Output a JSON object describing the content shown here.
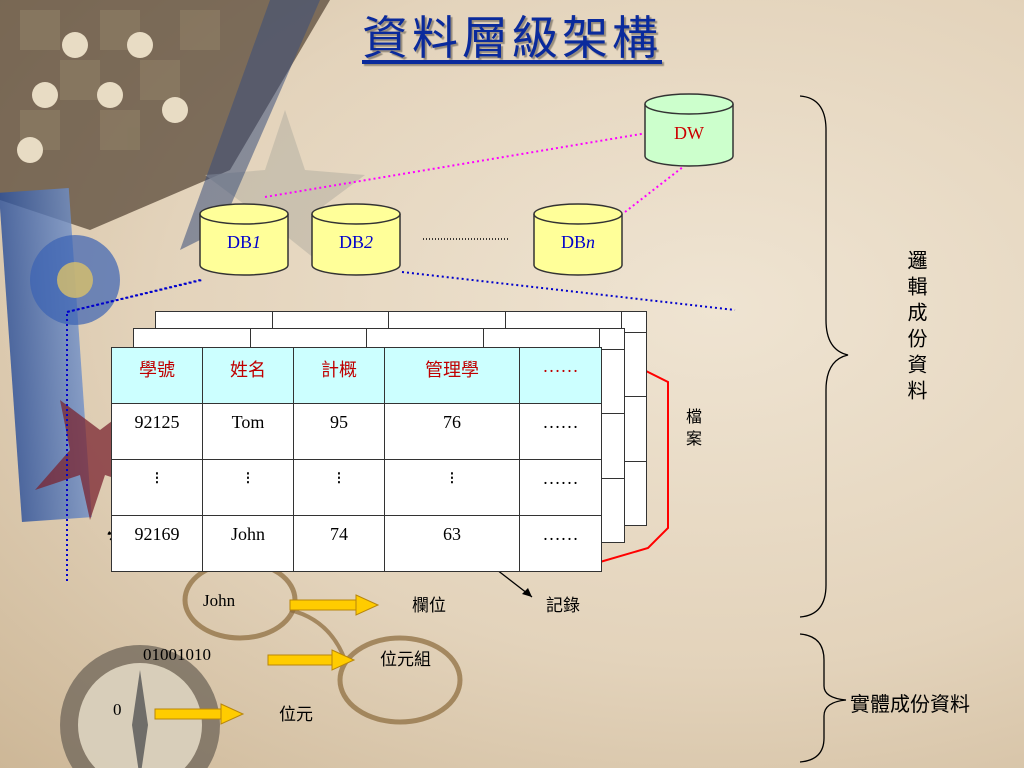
{
  "title": "資料層級架構",
  "warehouse": {
    "label": "DW",
    "color": "#cc0000"
  },
  "databases": [
    {
      "prefix": "DB",
      "suffix": "1"
    },
    {
      "prefix": "DB",
      "suffix": "2"
    },
    {
      "prefix": "DB",
      "suffix": "n"
    }
  ],
  "table": {
    "headers": [
      "學號",
      "姓名",
      "計概",
      "管理學",
      "……"
    ],
    "rows": [
      [
        "92125",
        "Tom",
        "95",
        "76",
        "……"
      ],
      [
        "⁝",
        "⁝",
        "⁝",
        "⁝",
        "……"
      ],
      [
        "92169",
        "John",
        "74",
        "63",
        "……"
      ]
    ]
  },
  "labels": {
    "file": "檔案",
    "record": "記錄",
    "field_example": "John",
    "field": "欄位",
    "byte_example": "01001010",
    "byte": "位元組",
    "bit_example": "0",
    "bit": "位元",
    "logical": "邏輯成份資料",
    "physical": "實體成份資料"
  },
  "colors": {
    "title": "#0a2a9c",
    "db_fill": "#ffff99",
    "dw_fill": "#ccffcc",
    "header_fill": "#ccffff",
    "header_text": "#c00000",
    "dotted_link": "#ff00ff",
    "dotted_frame": "#0000cc",
    "file_bracket": "#ff0000",
    "arrow": "#ffcc00"
  }
}
